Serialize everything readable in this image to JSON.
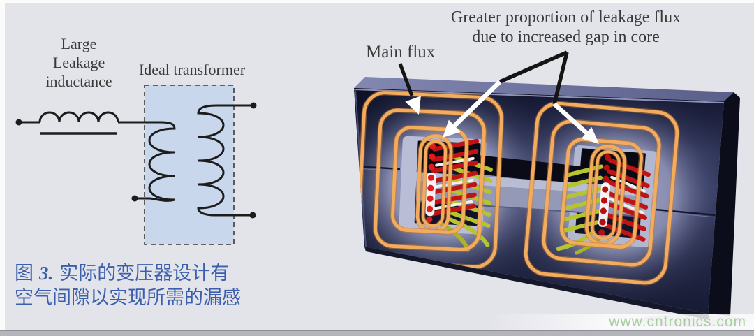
{
  "page": {
    "background_color": "#e3e3ea",
    "bottom_bar_color": "#b4b4ba"
  },
  "circuit": {
    "inductor_label": "Large\nLeakage\ninductance",
    "transformer_label": "Ideal transformer",
    "box_fill_color": "#c8d7ec",
    "wire_color": "#1c1c1c"
  },
  "core_diagram": {
    "main_flux_label": "Main flux",
    "leakage_flux_label": "Greater proportion of leakage flux\ndue to increased gap in core",
    "flux_line_color": "#f3ab5e",
    "core_color": "#2e3354",
    "primary_wire_color": "#c01414",
    "secondary_wire_color": "#b6c52f"
  },
  "caption": {
    "figure_prefix": "图",
    "figure_number": "3.",
    "line1": "实际的变压器设计有",
    "line2": "空气间隙以实现所需的漏感",
    "color": "#3b5fad"
  },
  "watermark": {
    "text": "www.cntronics.com",
    "color": "#a6cf9f"
  }
}
